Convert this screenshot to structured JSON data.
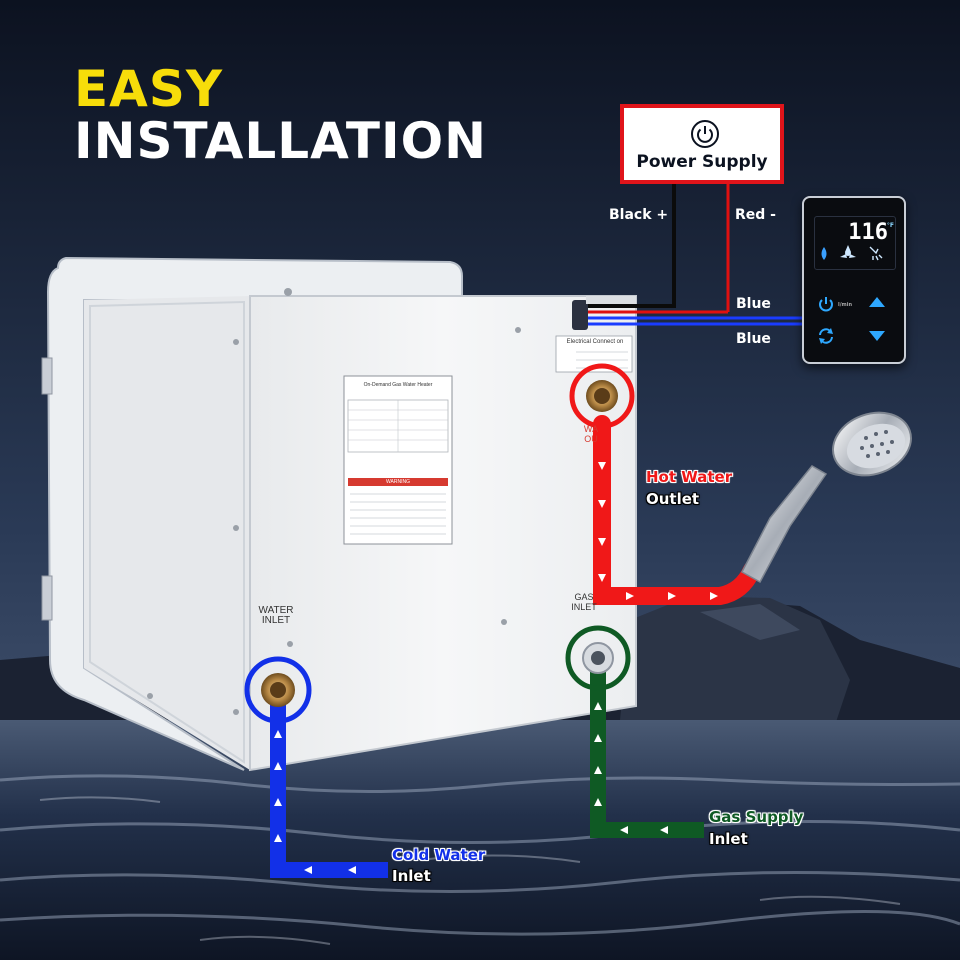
{
  "title": {
    "line1": "EASY",
    "line2": "INSTALLATION"
  },
  "power_supply": {
    "label": "Power Supply",
    "icon": "power-icon"
  },
  "wires": {
    "black": "Black +",
    "red": "Red -",
    "blue1": "Blue",
    "blue2": "Blue"
  },
  "callouts": {
    "hot_line1": "Hot Water",
    "hot_line2": "Outlet",
    "gas_line1": "Gas Supply",
    "gas_line2": "Inlet",
    "cold_line1": "Cold Water",
    "cold_line2": "Inlet"
  },
  "heater": {
    "water_inlet_1": "WATER",
    "water_inlet_2": "INLET",
    "gas_inlet_1": "GAS",
    "gas_inlet_2": "INLET",
    "water_outlet": "WA OU",
    "electrical": "Electrical Connect on",
    "label_title": "On-Demand Gas Water Heater",
    "warning": "WARNING"
  },
  "controller": {
    "temperature": "116",
    "unit": "°F",
    "flow_unit": "l/min"
  },
  "colors": {
    "hot": "#f01818",
    "cold": "#1230e8",
    "gas": "#0f5a24",
    "accent_yellow": "#f7dd0a",
    "power_border": "#e0141a"
  }
}
